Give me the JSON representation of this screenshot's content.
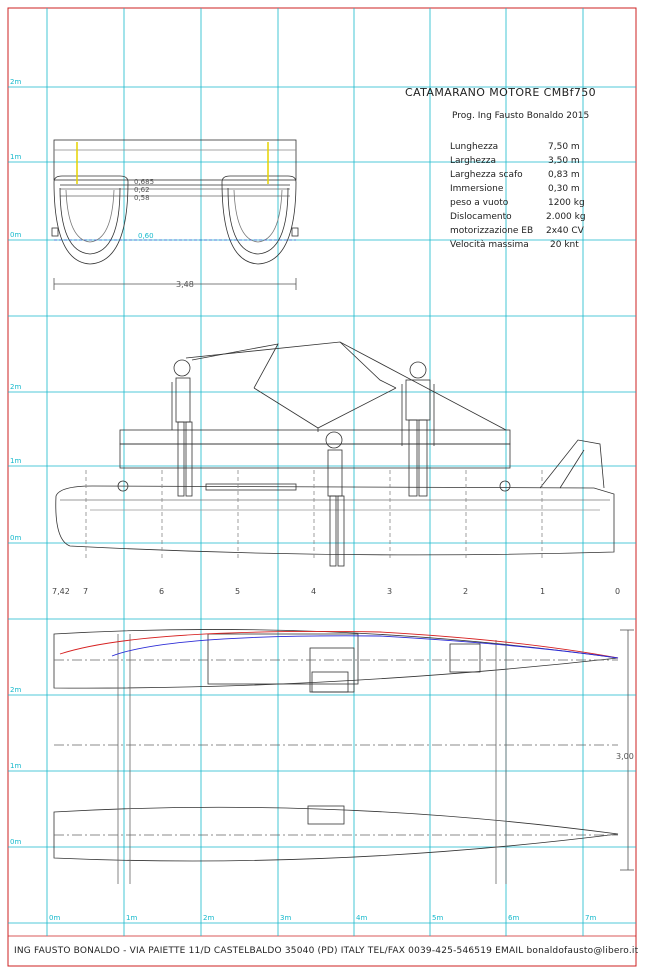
{
  "title": "CATAMARANO MOTORE CMBf750",
  "author": "Prog. Ing Fausto Bonaldo 2015",
  "specs": [
    {
      "label": "Lunghezza",
      "value": "7,50 m"
    },
    {
      "label": "Larghezza",
      "value": "3,50 m"
    },
    {
      "label": "Larghezza scafo",
      "value": "0,83 m"
    },
    {
      "label": "Immersione",
      "value": "0,30 m"
    },
    {
      "label": "peso a vuoto",
      "value": "1200 kg"
    },
    {
      "label": "Dislocamento",
      "value": "2.000 kg"
    },
    {
      "label": "motorizzazione EB",
      "value": "2x40 CV"
    },
    {
      "label": "Velocità massima",
      "value": "20 knt"
    }
  ],
  "front_view": {
    "grid_labels": [
      "2m",
      "1m",
      "0m"
    ],
    "dims": [
      "0,685",
      "0,62",
      "0,58",
      "0,60",
      "3,48"
    ]
  },
  "side_view": {
    "grid_labels": [
      "2m",
      "1m",
      "0m"
    ],
    "stations": [
      "7,42",
      "7",
      "6",
      "5",
      "4",
      "3",
      "2",
      "1",
      "0"
    ]
  },
  "plan_view": {
    "grid_labels": [
      "2m",
      "1m",
      "0m"
    ],
    "beam_dim": "3,00",
    "bottom_scale": [
      "0m",
      "1m",
      "2m",
      "3m",
      "4m",
      "5m",
      "6m",
      "7m"
    ]
  },
  "footer": "ING FAUSTO BONALDO - VIA PAIETTE 11/D CASTELBALDO 35040 (PD) ITALY TEL/FAX 0039-425-546519 EMAIL bonaldofausto@libero.it",
  "colors": {
    "grid": "#17b9cc",
    "border": "#cc2222",
    "line": "#333333",
    "chine_red": "#d62020",
    "chine_blue": "#2b2bd6",
    "mark_yellow": "#e6d200"
  }
}
